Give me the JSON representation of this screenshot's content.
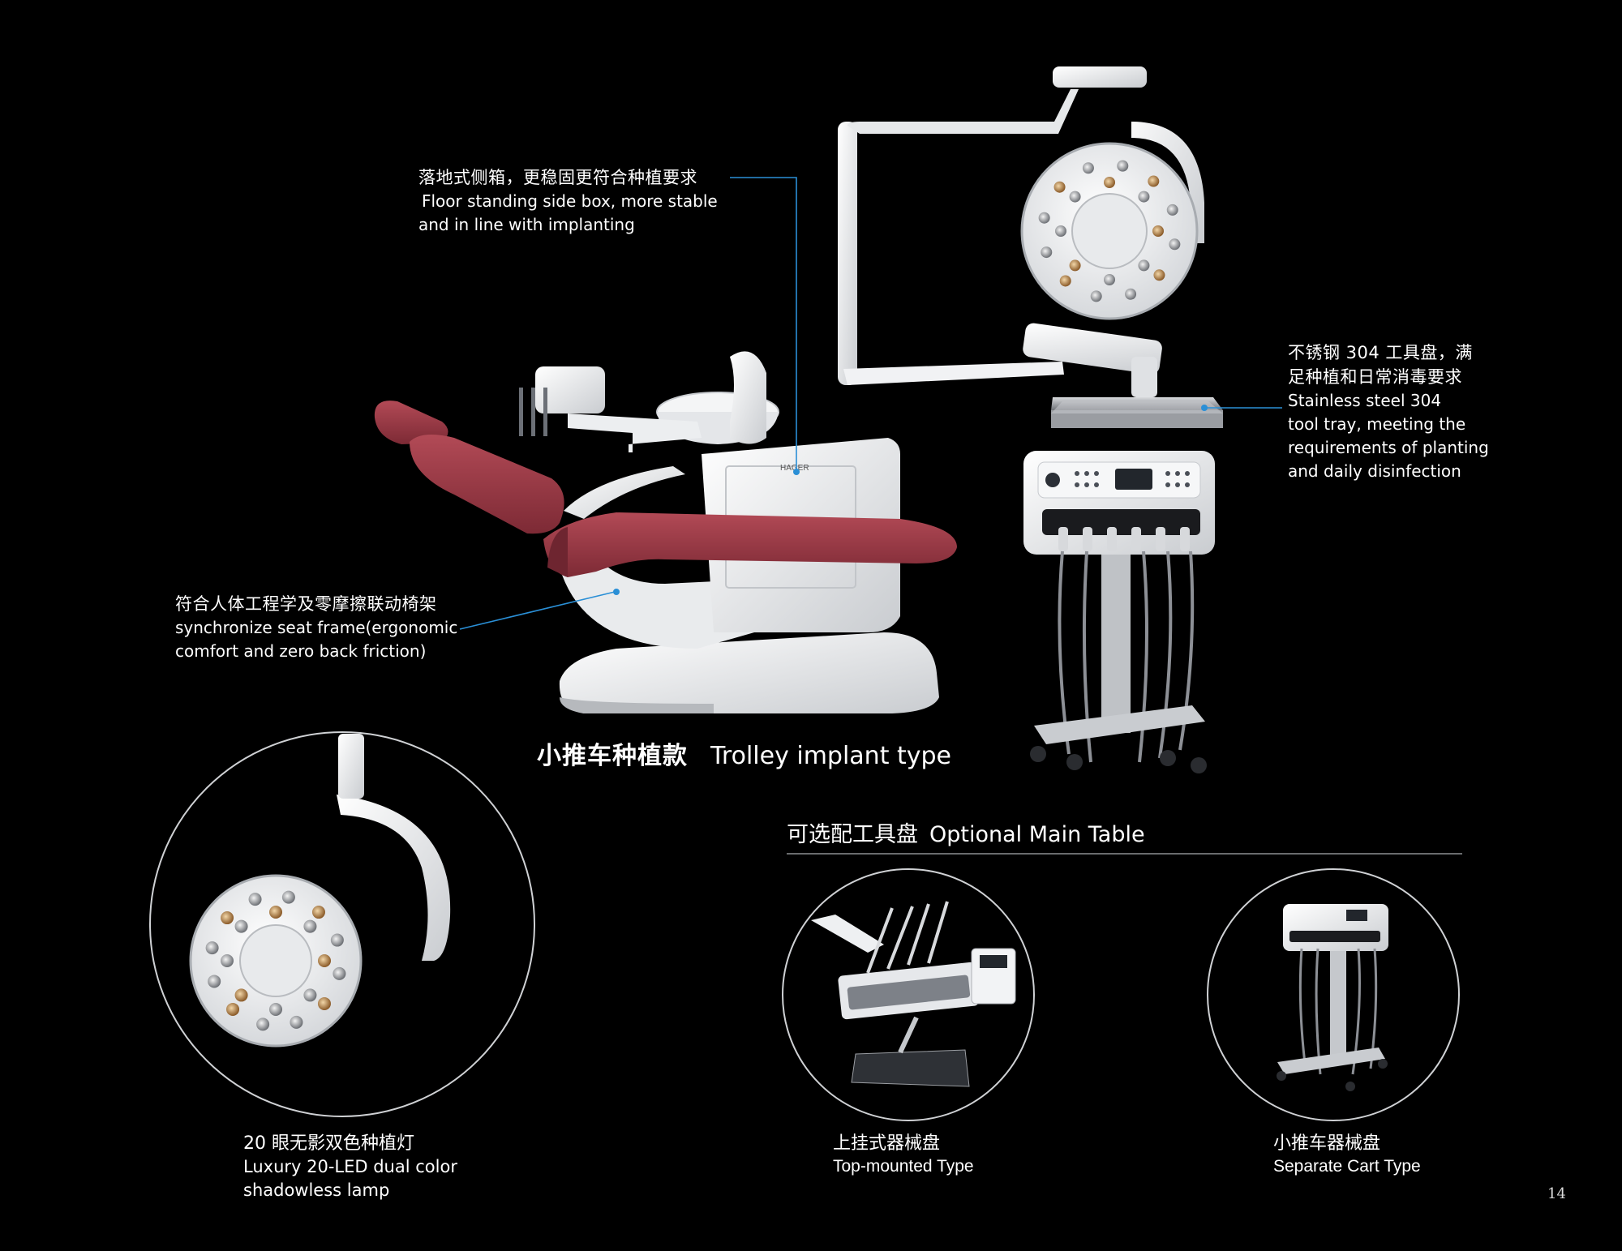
{
  "annotations": {
    "side_box": {
      "cn": "落地式侧箱，更稳固更符合种植要求",
      "en_lines": [
        "Floor standing side box, more stable",
        "and in line with implanting"
      ]
    },
    "tool_tray": {
      "cn_lines": [
        "不锈钢 304 工具盘，满",
        "足种植和日常消毒要求"
      ],
      "en_lines": [
        "Stainless steel 304",
        "tool tray, meeting the",
        "requirements of planting",
        "and daily disinfection"
      ]
    },
    "seat_frame": {
      "cn": "符合人体工程学及零摩擦联动椅架",
      "en_lines": [
        "synchronize seat frame(ergonomic",
        "comfort and zero back friction)"
      ]
    }
  },
  "product_caption": {
    "cn": "小推车种植款",
    "en": "Trolley implant type"
  },
  "brand_logo": "HAGER",
  "lamp_detail": {
    "cn": "20 眼无影双色种植灯",
    "en_lines": [
      "Luxury 20-LED dual color",
      "shadowless lamp"
    ]
  },
  "optional_section": {
    "title_cn": "可选配工具盘",
    "title_en": "Optional Main Table",
    "options": [
      {
        "cn": "上挂式器械盘",
        "en": "Top-mounted Type"
      },
      {
        "cn": "小推车器械盘",
        "en": "Separate Cart Type"
      }
    ]
  },
  "page_number": "14",
  "colors": {
    "background": "#000000",
    "leader_line": "#2a8fd6",
    "upholstery": "#9c3c48",
    "chassis": "#eef0f2"
  }
}
